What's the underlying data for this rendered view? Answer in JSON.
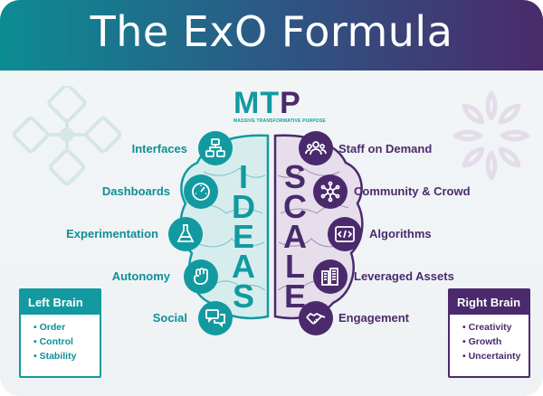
{
  "title": "The ExO Formula",
  "mtp": {
    "letters": [
      "M",
      "T",
      "P"
    ],
    "subtitle": "MASSIVE TRANSFORMATIVE PURPOSE"
  },
  "ideas": {
    "letters": [
      "I",
      "D",
      "E",
      "A",
      "S"
    ],
    "items": [
      {
        "label": "Interfaces",
        "icon": "flowchart-icon"
      },
      {
        "label": "Dashboards",
        "icon": "gauge-icon"
      },
      {
        "label": "Experimentation",
        "icon": "flask-icon"
      },
      {
        "label": "Autonomy",
        "icon": "fist-icon"
      },
      {
        "label": "Social",
        "icon": "chat-bubbles-icon"
      }
    ]
  },
  "scale": {
    "letters": [
      "S",
      "C",
      "A",
      "L",
      "E"
    ],
    "items": [
      {
        "label": "Staff on Demand",
        "icon": "people-group-icon"
      },
      {
        "label": "Community & Crowd",
        "icon": "network-icon"
      },
      {
        "label": "Algorithms",
        "icon": "code-icon"
      },
      {
        "label": "Leveraged Assets",
        "icon": "buildings-icon"
      },
      {
        "label": "Engagement",
        "icon": "handshake-icon"
      }
    ]
  },
  "left_brain": {
    "title": "Left Brain",
    "items": [
      "Order",
      "Control",
      "Stability"
    ]
  },
  "right_brain": {
    "title": "Right Brain",
    "items": [
      "Creativity",
      "Growth",
      "Uncertainty"
    ]
  },
  "colors": {
    "teal": "#129aa0",
    "purple": "#4a2a6c"
  }
}
